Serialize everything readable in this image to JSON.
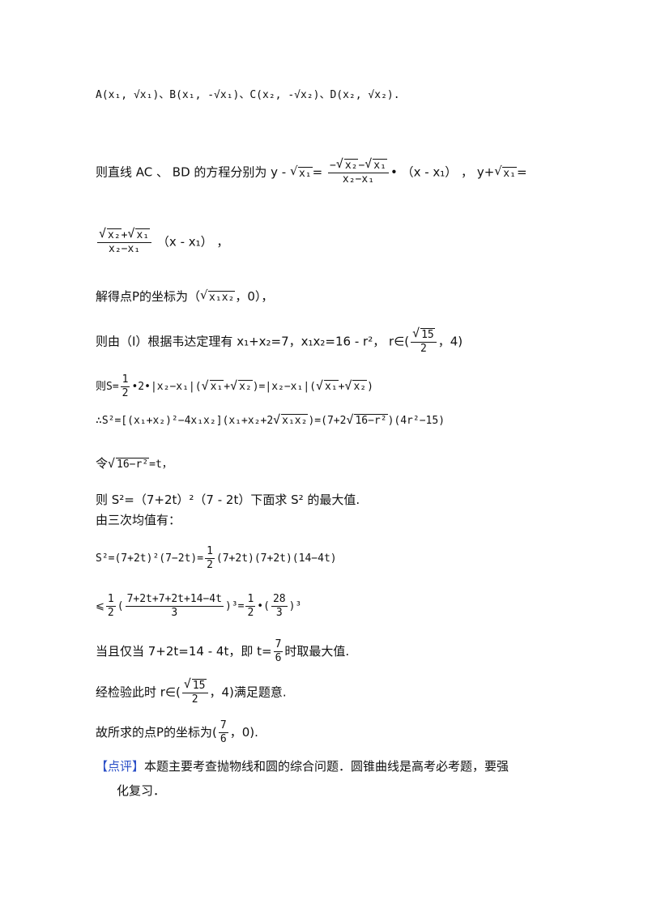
{
  "l1": "A(x₁, √x₁)、B(x₁, -√x₁)、C(x₂, -√x₂)、D(x₂, √x₂).",
  "l2a": "则直线 AC 、 BD 的方程分别为 y - ",
  "l2b": "= ",
  "l2c": "•  （x - x₁） ，  y+",
  "l2d": "=",
  "l3b": "（x - x₁） ，",
  "l4a": "解得点P的坐标为（",
  "l4b": "，0），",
  "l5": "则由（I）根据韦达定理有 x₁+x₂=7，x₁x₂=16 - r²， r∈(",
  "l5b": "，4)",
  "l6a": "则S=",
  "l6b": "•2•|x₂−x₁|(",
  "l6c": ")=|x₂−x₁|(",
  "l6d": ")",
  "l7a": "∴S²=[(x₁+x₂)²−4x₁x₂](x₁+x₂+2",
  "l7b": ")=(7+2",
  "l7c": ")(4r²−15)",
  "l8a": "令",
  "l8b": "=t，",
  "l9": "则 S²=（7+2t）²（7 - 2t）下面求 S² 的最大值.",
  "l10": "由三次均值有：",
  "l11a": "S²=(7+2t)²(7−2t)=",
  "l11b": "(7+2t)(7+2t)(14−4t)",
  "l12a": "⩽",
  "l12b": "(",
  "l12c": ")³=",
  "l12d": "•(",
  "l12e": ")³",
  "l13a": "当且仅当 7+2t=14 - 4t，即 t=",
  "l13b": "时取最大值.",
  "l14a": "经检验此时 r∈(",
  "l14b": "，4)满足题意.",
  "l15a": "故所求的点P的坐标为(",
  "l15b": "，0).",
  "comment_tag": "【点评】",
  "comment_1": "本题主要考查抛物线和圆的综合问题．圆锥曲线是高考必考题，要强",
  "comment_2": "化复习．",
  "sym": {
    "sqrt_x1": "x₁",
    "sqrt_x2": "x₂",
    "sqrt_x1x2": "x₁x₂",
    "sqrt_15": "15",
    "sqrt_16r2": "16−r²",
    "frac_ac_num_a": "−",
    "frac_ac_num_b": "−",
    "frac_den_x2x1": "x₂−x₁",
    "half_num": "1",
    "half_den": "2",
    "big_num": "7+2t+7+2t+14−4t",
    "big_den": "3",
    "n28": "28",
    "d3": "3",
    "n7": "7",
    "d6": "6",
    "d2": "2"
  }
}
